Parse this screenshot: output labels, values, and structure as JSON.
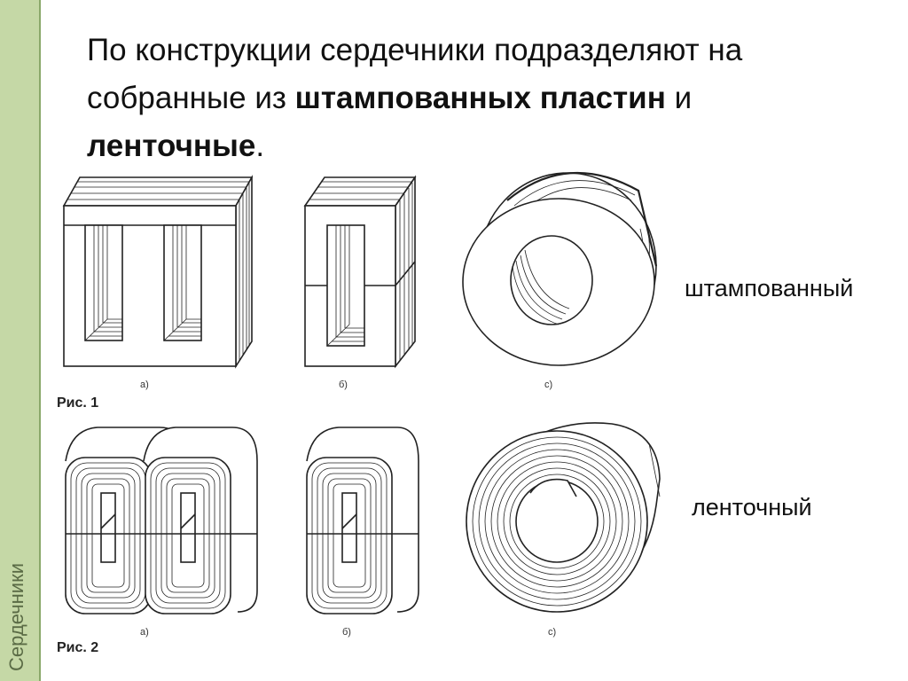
{
  "sidebar": {
    "label": "Сердечники"
  },
  "heading": {
    "part1": "По конструкции сердечники подразделяют на собранные из ",
    "bold1": "штампованных пластин",
    "part2": " и ",
    "bold2": "ленточные",
    "part3": "."
  },
  "figures": {
    "fig1_label": "Рис. 1",
    "fig2_label": "Рис. 2",
    "sub_a": "а)",
    "sub_b": "б)",
    "sub_c": "с)"
  },
  "legend": {
    "stamped": "штампованный",
    "tape": "ленточный"
  },
  "colors": {
    "sidebar_bg": "#c5d8a6",
    "sidebar_text": "#5a6b45",
    "line": "#222222"
  }
}
